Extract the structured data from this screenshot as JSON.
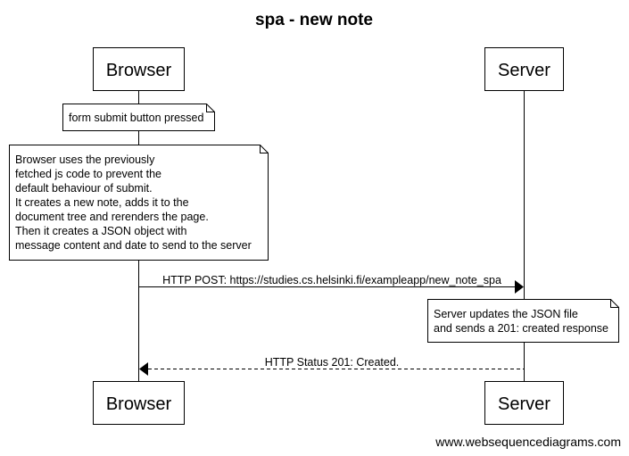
{
  "title": "spa - new note",
  "actors": {
    "browser": "Browser",
    "server": "Server"
  },
  "notes": {
    "submit": [
      "form submit button pressed"
    ],
    "browser_js": [
      "Browser uses the previously",
      "fetched js code to prevent the",
      "default behaviour of submit.",
      "It creates a new note, adds it to the",
      "document tree and rerenders the page.",
      "Then it creates a JSON object with",
      "message content and date to send to the server"
    ],
    "server_update": [
      "Server updates the JSON file",
      "and sends a 201: created response"
    ]
  },
  "messages": {
    "post": "HTTP POST: https://studies.cs.helsinki.fi/exampleapp/new_note_spa",
    "response": "HTTP Status 201: Created."
  },
  "footer": "www.websequencediagrams.com"
}
